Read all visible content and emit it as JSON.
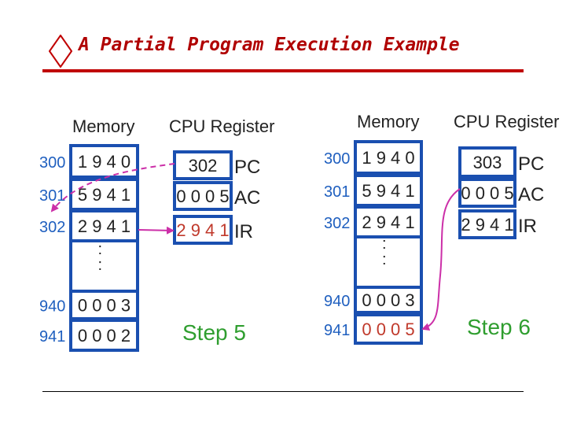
{
  "title": "A Partial Program Execution Example",
  "colors": {
    "accent": "#c00000",
    "memory_border": "#1a4fb0",
    "changed_value": "#c0392b",
    "arrow": "#cc2fa8",
    "step": "#2f9e2f",
    "address": "#1f5fbf"
  },
  "panels": [
    {
      "memory_label": "Memory",
      "register_label": "CPU Register",
      "memory": [
        {
          "address": "300",
          "value": "1 9 4 0"
        },
        {
          "address": "301",
          "value": "5 9 4 1"
        },
        {
          "address": "302",
          "value": "2 9 4 1"
        },
        {
          "address": "940",
          "value": "0 0 0 3"
        },
        {
          "address": "941",
          "value": "0 0 0 2"
        }
      ],
      "ellipsis": ":",
      "registers": [
        {
          "name": "PC",
          "value": "302"
        },
        {
          "name": "AC",
          "value": "0 0 0 5"
        },
        {
          "name": "IR",
          "value": "2 9 4 1"
        }
      ],
      "step": "Step 5"
    },
    {
      "memory_label": "Memory",
      "register_label": "CPU Register",
      "memory": [
        {
          "address": "300",
          "value": "1 9 4 0"
        },
        {
          "address": "301",
          "value": "5 9 4 1"
        },
        {
          "address": "302",
          "value": "2 9 4 1"
        },
        {
          "address": "940",
          "value": "0 0 0 3"
        },
        {
          "address": "941",
          "value": "0 0 0 5"
        }
      ],
      "ellipsis": ":",
      "registers": [
        {
          "name": "PC",
          "value": "303"
        },
        {
          "name": "AC",
          "value": "0 0 0 5"
        },
        {
          "name": "IR",
          "value": "2 9 4 1"
        }
      ],
      "step": "Step 6"
    }
  ]
}
